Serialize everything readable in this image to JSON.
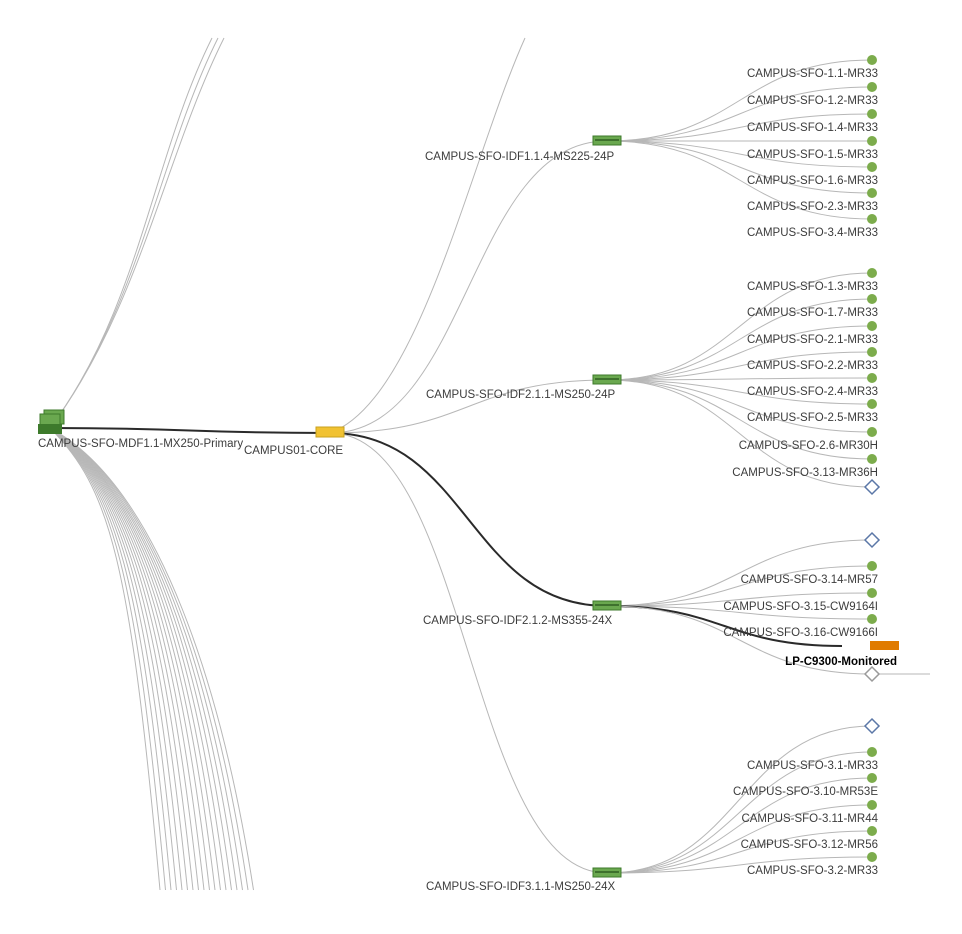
{
  "colors": {
    "link": "#b7b7b7",
    "active_link": "#2a2a2a",
    "switch": "#6aa84f",
    "switch_dark": "#3d7a2b",
    "core": "#f1c232",
    "appliance": "#6aa84f",
    "access_point": "#7cac4c",
    "monitored": "#e07b00",
    "unknown": "#5b77a7",
    "unknown_gray": "#9a9a9a"
  },
  "root": {
    "label": "CAMPUS-SFO-MDF1.1-MX250-Primary",
    "icon": "appliance-stack-icon"
  },
  "core": {
    "label": "CAMPUS01-CORE",
    "icon": "core-switch-icon"
  },
  "switches": [
    {
      "id": "sw1",
      "label": "CAMPUS-SFO-IDF1.1.4-MS225-24P",
      "active": false,
      "children": [
        {
          "label": "CAMPUS-SFO-1.1-MR33",
          "kind": "ap"
        },
        {
          "label": "CAMPUS-SFO-1.2-MR33",
          "kind": "ap"
        },
        {
          "label": "CAMPUS-SFO-1.4-MR33",
          "kind": "ap"
        },
        {
          "label": "CAMPUS-SFO-1.5-MR33",
          "kind": "ap"
        },
        {
          "label": "CAMPUS-SFO-1.6-MR33",
          "kind": "ap"
        },
        {
          "label": "CAMPUS-SFO-2.3-MR33",
          "kind": "ap"
        },
        {
          "label": "CAMPUS-SFO-3.4-MR33",
          "kind": "ap"
        }
      ]
    },
    {
      "id": "sw2",
      "label": "CAMPUS-SFO-IDF2.1.1-MS250-24P",
      "active": false,
      "children": [
        {
          "label": "CAMPUS-SFO-1.3-MR33",
          "kind": "ap"
        },
        {
          "label": "CAMPUS-SFO-1.7-MR33",
          "kind": "ap"
        },
        {
          "label": "CAMPUS-SFO-2.1-MR33",
          "kind": "ap"
        },
        {
          "label": "CAMPUS-SFO-2.2-MR33",
          "kind": "ap"
        },
        {
          "label": "CAMPUS-SFO-2.4-MR33",
          "kind": "ap"
        },
        {
          "label": "CAMPUS-SFO-2.5-MR33",
          "kind": "ap"
        },
        {
          "label": "CAMPUS-SFO-2.6-MR30H",
          "kind": "ap"
        },
        {
          "label": "CAMPUS-SFO-3.13-MR36H",
          "kind": "ap"
        },
        {
          "label": "",
          "kind": "unknown"
        }
      ]
    },
    {
      "id": "sw3",
      "label": "CAMPUS-SFO-IDF2.1.2-MS355-24X",
      "active": true,
      "children": [
        {
          "label": "",
          "kind": "unknown"
        },
        {
          "label": "CAMPUS-SFO-3.14-MR57",
          "kind": "ap"
        },
        {
          "label": "CAMPUS-SFO-3.15-CW9164I",
          "kind": "ap"
        },
        {
          "label": "CAMPUS-SFO-3.16-CW9166I",
          "kind": "ap"
        },
        {
          "label": "LP-C9300-Monitored",
          "kind": "monitored"
        },
        {
          "label": "",
          "kind": "unknown-gray"
        }
      ]
    },
    {
      "id": "sw4",
      "label": "CAMPUS-SFO-IDF3.1.1-MS250-24X",
      "active": false,
      "children": [
        {
          "label": "",
          "kind": "unknown"
        },
        {
          "label": "CAMPUS-SFO-3.1-MR33",
          "kind": "ap"
        },
        {
          "label": "CAMPUS-SFO-3.10-MR53E",
          "kind": "ap"
        },
        {
          "label": "CAMPUS-SFO-3.11-MR44",
          "kind": "ap"
        },
        {
          "label": "CAMPUS-SFO-3.12-MR56",
          "kind": "ap"
        },
        {
          "label": "CAMPUS-SFO-3.2-MR33",
          "kind": "ap"
        }
      ]
    }
  ]
}
